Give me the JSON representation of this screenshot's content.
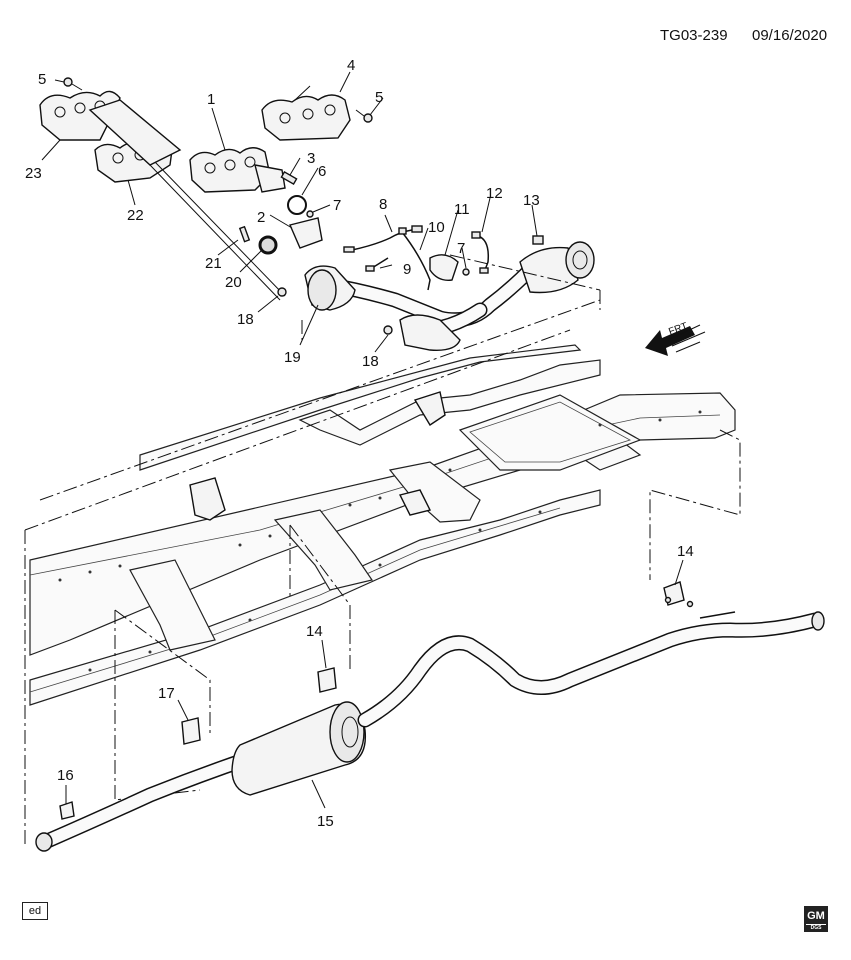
{
  "header": {
    "code": "TG03-239",
    "date": "09/16/2020"
  },
  "direction_marker": "FRT",
  "callouts": [
    "1",
    "2",
    "3",
    "4",
    "5",
    "5",
    "6",
    "7",
    "7",
    "8",
    "9",
    "10",
    "11",
    "12",
    "13",
    "14",
    "14",
    "15",
    "16",
    "17",
    "18",
    "18",
    "19",
    "20",
    "21",
    "22",
    "23"
  ],
  "footer": {
    "badge": "ed",
    "logo": "GM",
    "logo_sub": "DGS"
  },
  "icons": [
    "gm-logo-icon",
    "forward-arrow-icon"
  ]
}
